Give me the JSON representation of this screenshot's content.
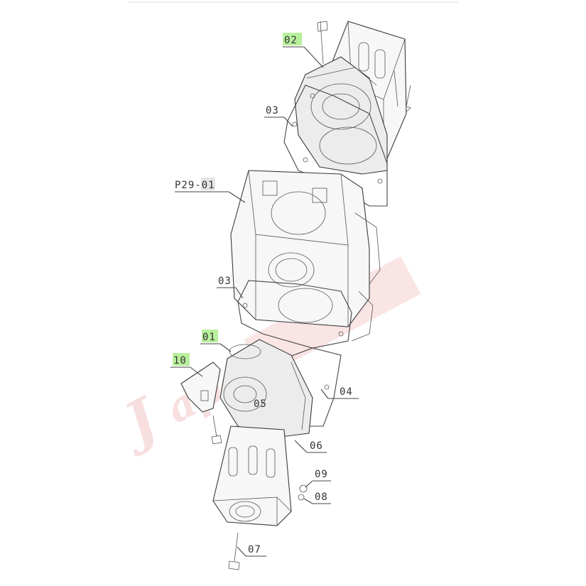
{
  "callouts": {
    "p2901": "P29-01",
    "c02": "02",
    "c03_top": "03",
    "c03_mid": "03",
    "c01": "01",
    "c10": "10",
    "c04": "04",
    "c05": "05",
    "c06": "06",
    "c09": "09",
    "c08": "08",
    "c07": "07"
  },
  "colors": {
    "highlight": "#b8ef9c",
    "watermark": "#f3c6c6",
    "line": "#3a3a3a"
  }
}
